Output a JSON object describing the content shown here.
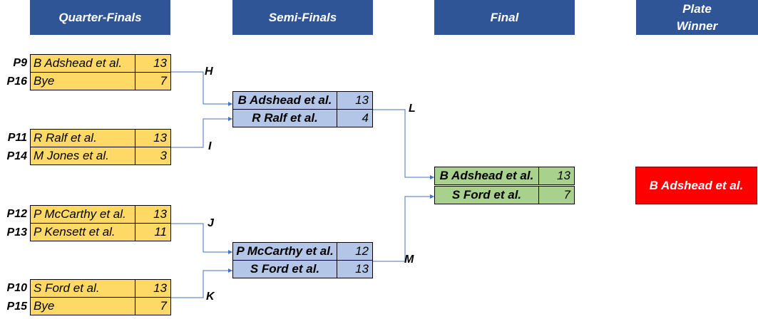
{
  "headers": {
    "qf": "Quarter-Finals",
    "sf": "Semi-Finals",
    "final": "Final",
    "plate_line1": "Plate",
    "plate_line2": "Winner"
  },
  "quarter_finals": [
    {
      "seed": "P9",
      "team": "B Adshead et al.",
      "score": "13"
    },
    {
      "seed": "P16",
      "team": "Bye",
      "score": "7"
    },
    {
      "seed": "P11",
      "team": "R Ralf et al.",
      "score": "13"
    },
    {
      "seed": "P14",
      "team": "M Jones et al.",
      "score": "3"
    },
    {
      "seed": "P12",
      "team": "P McCarthy et al.",
      "score": "13"
    },
    {
      "seed": "P13",
      "team": "P Kensett et al.",
      "score": "11"
    },
    {
      "seed": "P10",
      "team": "S Ford et al.",
      "score": "13"
    },
    {
      "seed": "P15",
      "team": "Bye",
      "score": "7"
    }
  ],
  "semi_finals": [
    {
      "team": "B Adshead et al.",
      "score": "13"
    },
    {
      "team": "R Ralf et al.",
      "score": "4"
    },
    {
      "team": "P McCarthy et al.",
      "score": "12"
    },
    {
      "team": "S Ford et al.",
      "score": "13"
    }
  ],
  "final": [
    {
      "team": "B Adshead et al.",
      "score": "13"
    },
    {
      "team": "S Ford et al.",
      "score": "7"
    }
  ],
  "match_labels": {
    "h": "H",
    "i": "I",
    "j": "J",
    "k": "K",
    "l": "L",
    "m": "M"
  },
  "winner": "B Adshead et al.",
  "colors": {
    "header": "#2f5597",
    "quarter_final": "#ffd966",
    "semi_final": "#b4c6e7",
    "final": "#a9d18e",
    "winner": "#ff0000",
    "connector": "#4472c4"
  }
}
